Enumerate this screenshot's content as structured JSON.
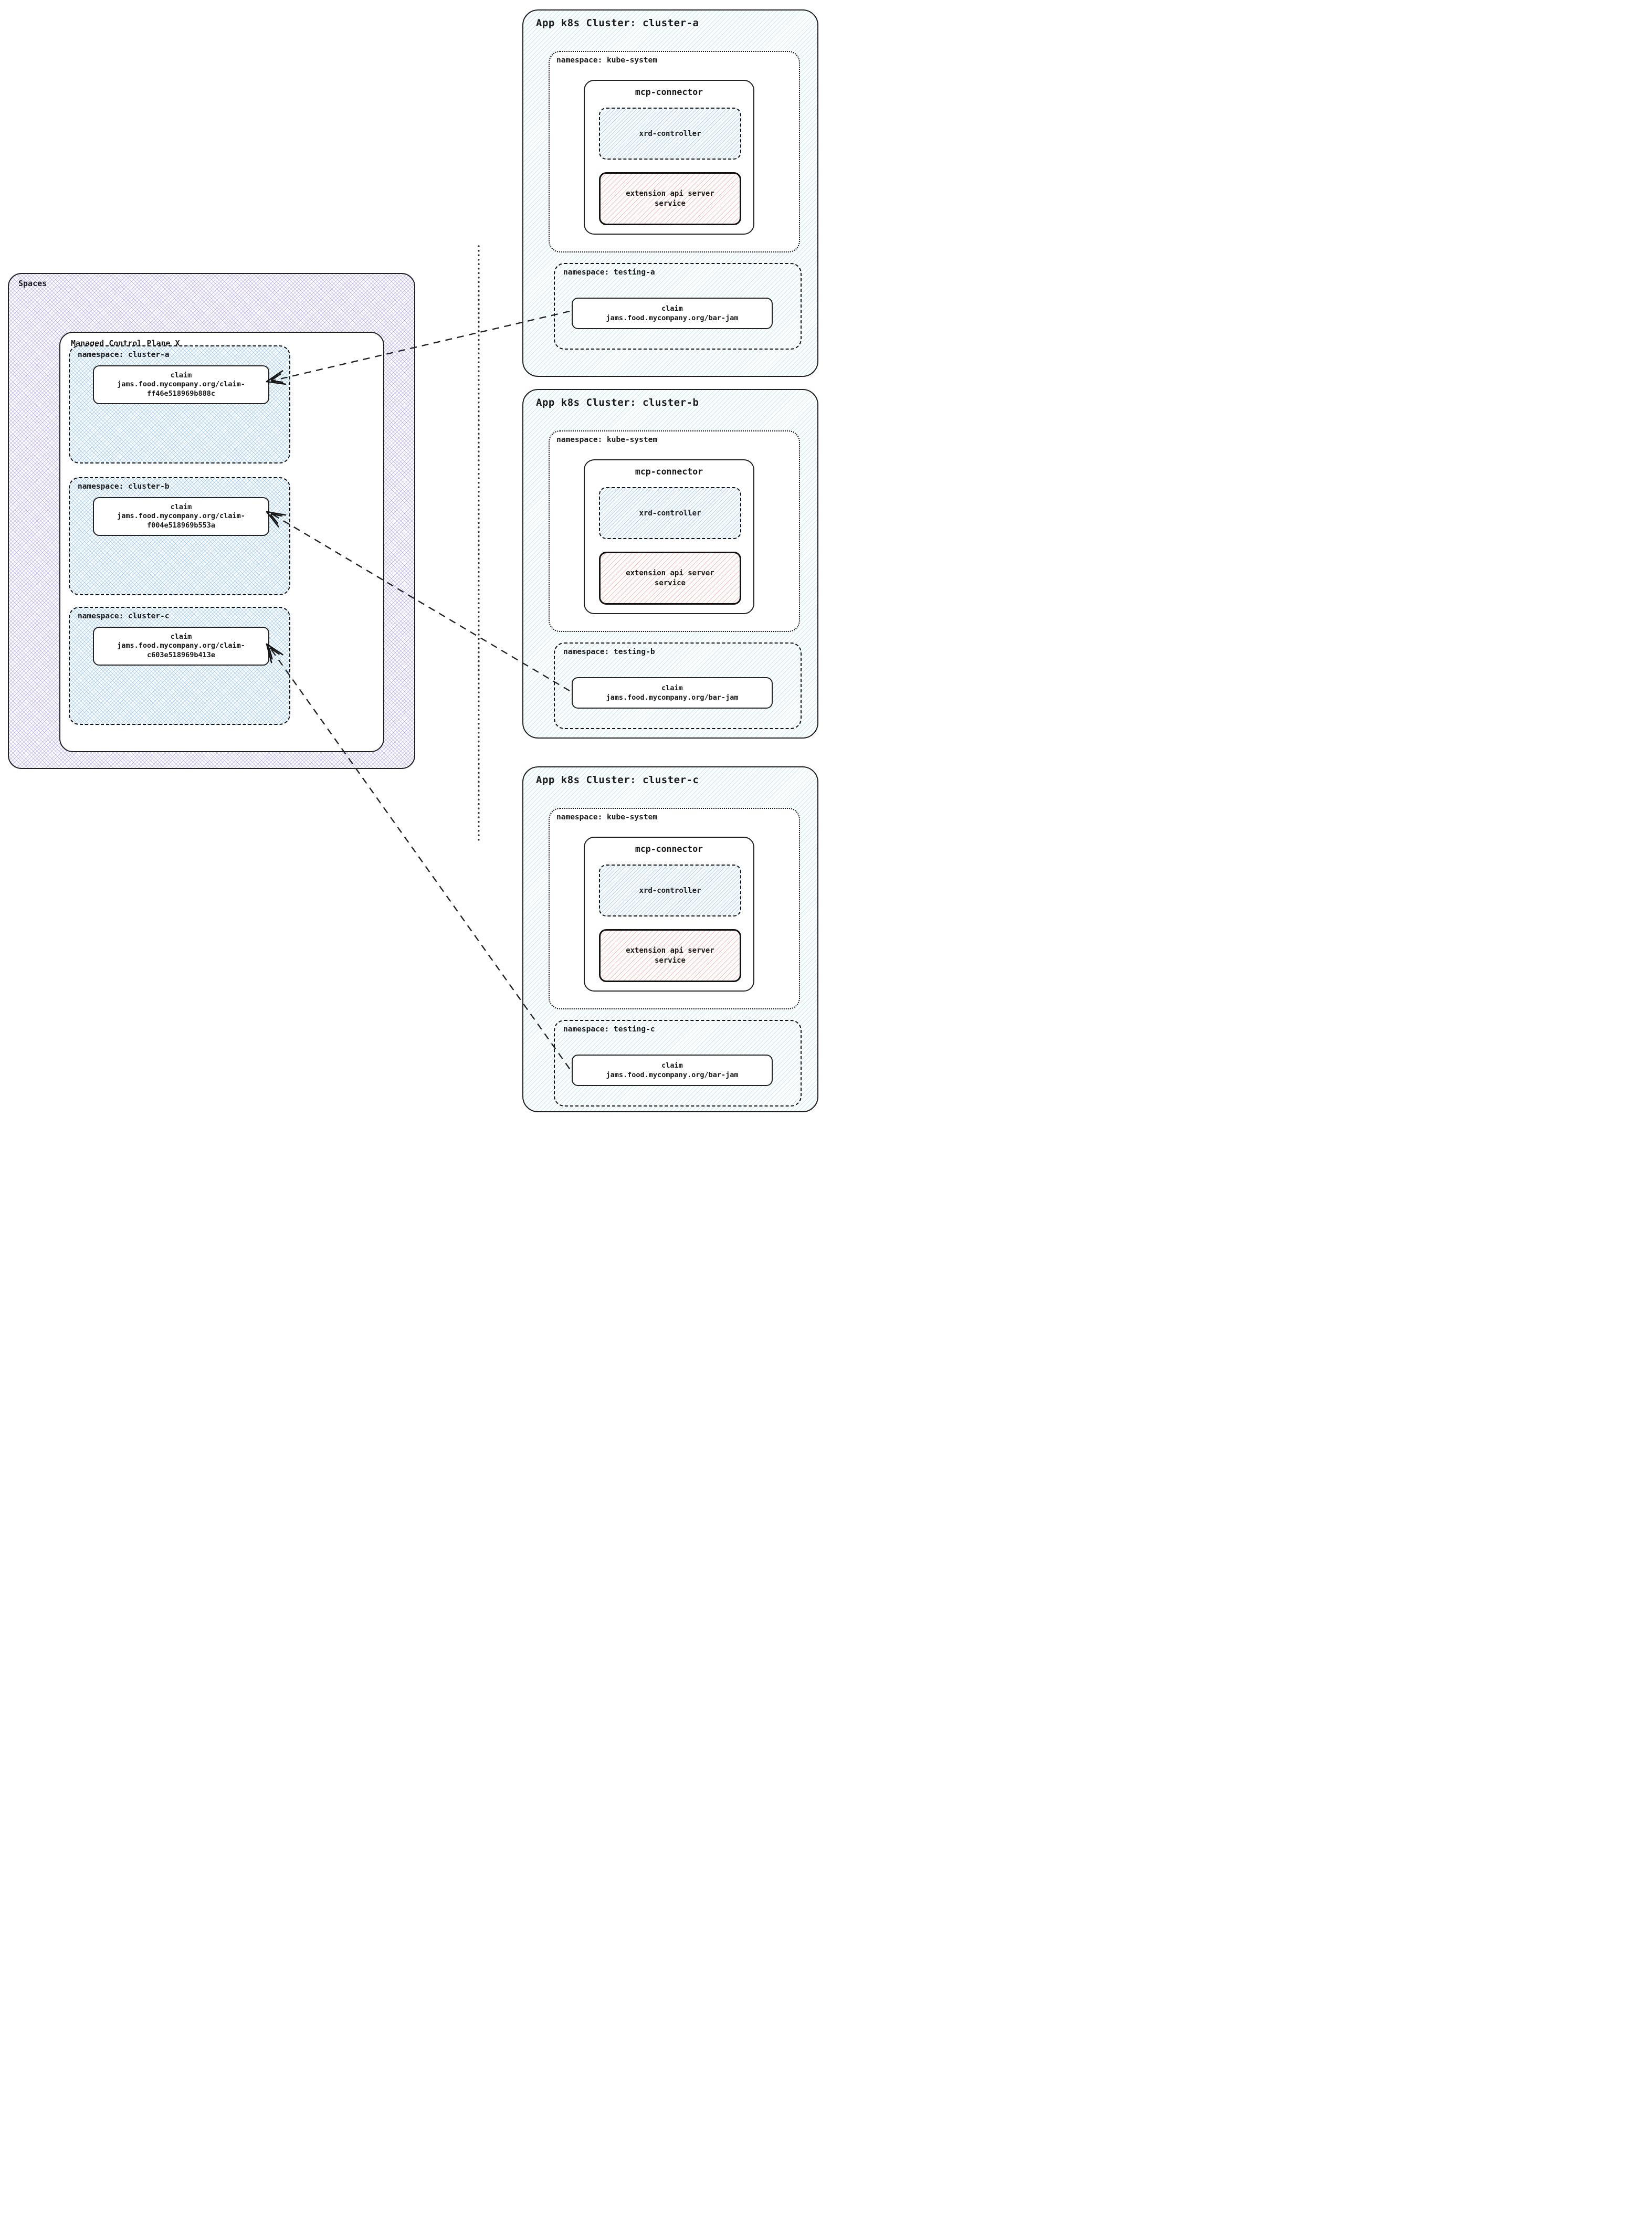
{
  "spaces": {
    "label": "Spaces",
    "mcp": {
      "label": "Managed Control Plane X",
      "namespaces": [
        {
          "label": "namespace: cluster-a",
          "claim": {
            "title": "claim",
            "line1": "jams.food.mycompany.org/claim-",
            "line2": "ff46e518969b888c"
          }
        },
        {
          "label": "namespace: cluster-b",
          "claim": {
            "title": "claim",
            "line1": "jams.food.mycompany.org/claim-",
            "line2": "f004e518969b553a"
          }
        },
        {
          "label": "namespace: cluster-c",
          "claim": {
            "title": "claim",
            "line1": "jams.food.mycompany.org/claim-",
            "line2": "c603e518969b413e"
          }
        }
      ]
    }
  },
  "clusters": [
    {
      "title": "App k8s Cluster: cluster-a",
      "kube_system": {
        "label": "namespace: kube-system",
        "mcp_connector": {
          "title": "mcp-connector",
          "xrd_label": "xrd-controller",
          "service_label": "extension api server service"
        }
      },
      "testing": {
        "label": "namespace: testing-a",
        "claim": {
          "title": "claim",
          "line1": "jams.food.mycompany.org/bar-jam"
        }
      }
    },
    {
      "title": "App k8s Cluster: cluster-b",
      "kube_system": {
        "label": "namespace: kube-system",
        "mcp_connector": {
          "title": "mcp-connector",
          "xrd_label": "xrd-controller",
          "service_label": "extension api server service"
        }
      },
      "testing": {
        "label": "namespace: testing-b",
        "claim": {
          "title": "claim",
          "line1": "jams.food.mycompany.org/bar-jam"
        }
      }
    },
    {
      "title": "App k8s Cluster: cluster-c",
      "kube_system": {
        "label": "namespace: kube-system",
        "mcp_connector": {
          "title": "mcp-connector",
          "xrd_label": "xrd-controller",
          "service_label": "extension api server service"
        }
      },
      "testing": {
        "label": "namespace: testing-c",
        "claim": {
          "title": "claim",
          "line1": "jams.food.mycompany.org/bar-jam"
        }
      }
    }
  ],
  "colors": {
    "outline": "#1f1f1f",
    "spaces_hatch": "#b6a6ea",
    "namespace_hatch": "#9ecbec",
    "cluster_hatch": "#a5dcec",
    "xrd_hatch": "#a5cdec",
    "service_hatch": "#f2aba3"
  }
}
